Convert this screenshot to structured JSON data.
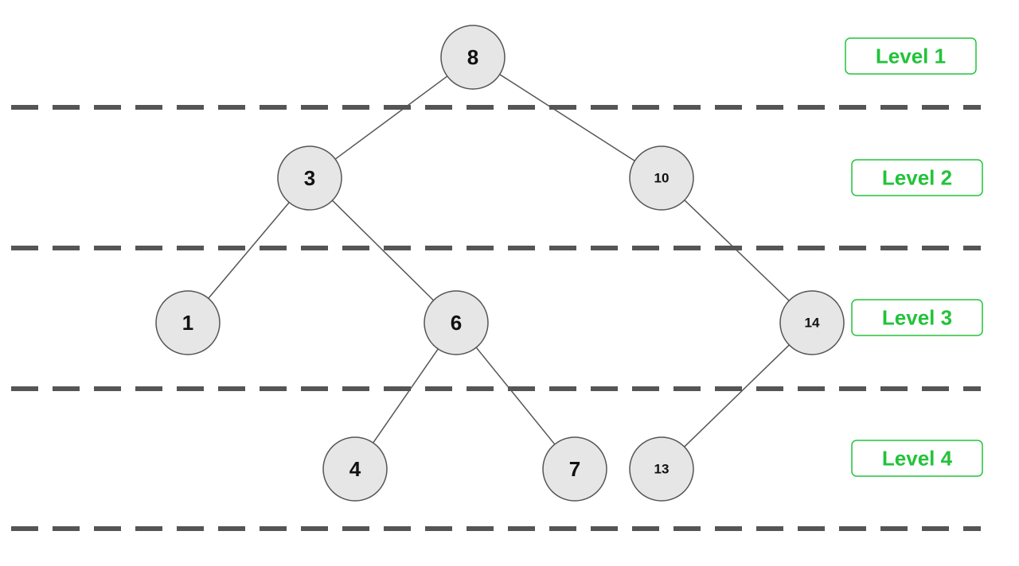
{
  "colors": {
    "node_fill": "#e6e6e6",
    "node_stroke": "#555555",
    "edge": "#555555",
    "separator": "#555555",
    "level_accent": "#22c33a"
  },
  "tree": {
    "nodes": [
      {
        "id": "n8",
        "label": "8"
      },
      {
        "id": "n3",
        "label": "3"
      },
      {
        "id": "n10",
        "label": "10"
      },
      {
        "id": "n1",
        "label": "1"
      },
      {
        "id": "n6",
        "label": "6"
      },
      {
        "id": "n14",
        "label": "14"
      },
      {
        "id": "n4",
        "label": "4"
      },
      {
        "id": "n7",
        "label": "7"
      },
      {
        "id": "n13",
        "label": "13"
      }
    ],
    "edges": [
      [
        "n8",
        "n3"
      ],
      [
        "n8",
        "n10"
      ],
      [
        "n3",
        "n1"
      ],
      [
        "n3",
        "n6"
      ],
      [
        "n10",
        "n14"
      ],
      [
        "n6",
        "n4"
      ],
      [
        "n6",
        "n7"
      ],
      [
        "n14",
        "n13"
      ]
    ]
  },
  "levels": [
    "Level 1",
    "Level 2",
    "Level 3",
    "Level 4"
  ]
}
